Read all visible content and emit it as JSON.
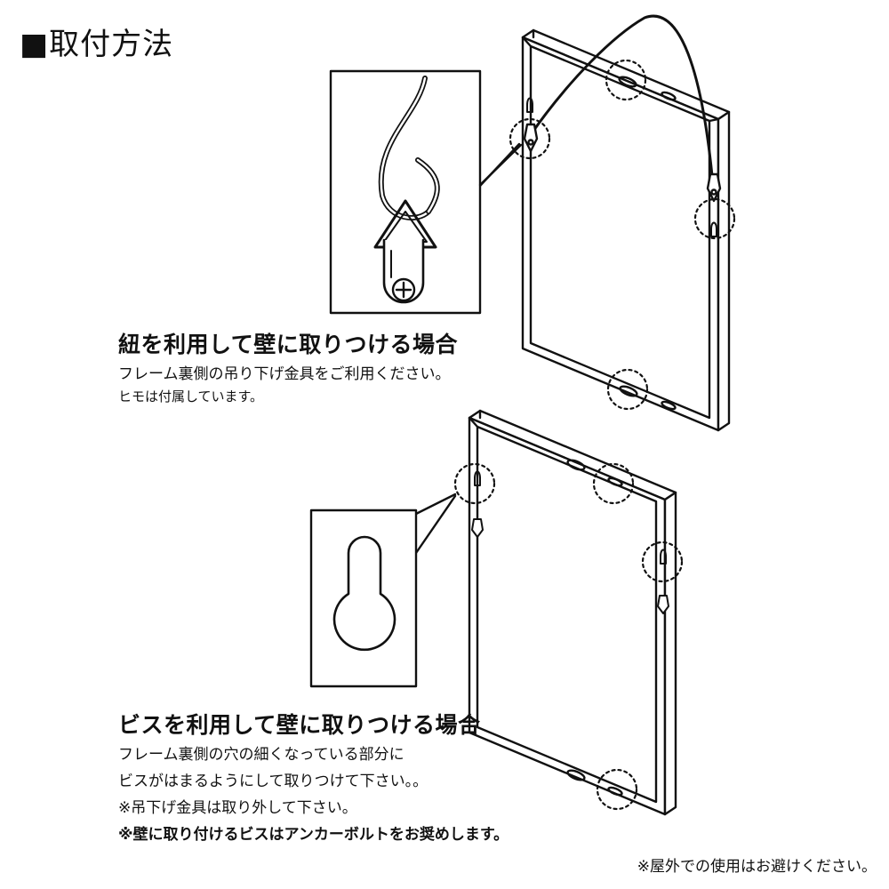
{
  "title": "■取付方法",
  "section_cord": {
    "heading": "紐を利用して壁に取りつける場合",
    "line1": "フレーム裏側の吊り下げ金具をご利用ください。",
    "line2": "ヒモは付属しています。"
  },
  "section_screw": {
    "heading": "ビスを利用して壁に取りつける場合",
    "line1": "フレーム裏側の穴の細くなっている部分に",
    "line2": "ビスがはまるようにして取りつけて下さい。。",
    "line3": "※吊下げ金具は取り外して下さい。",
    "line4": "※壁に取り付けるビスはアンカーボルトをお奨めします。"
  },
  "footnote": "※屋外での使用はお避けください。"
}
